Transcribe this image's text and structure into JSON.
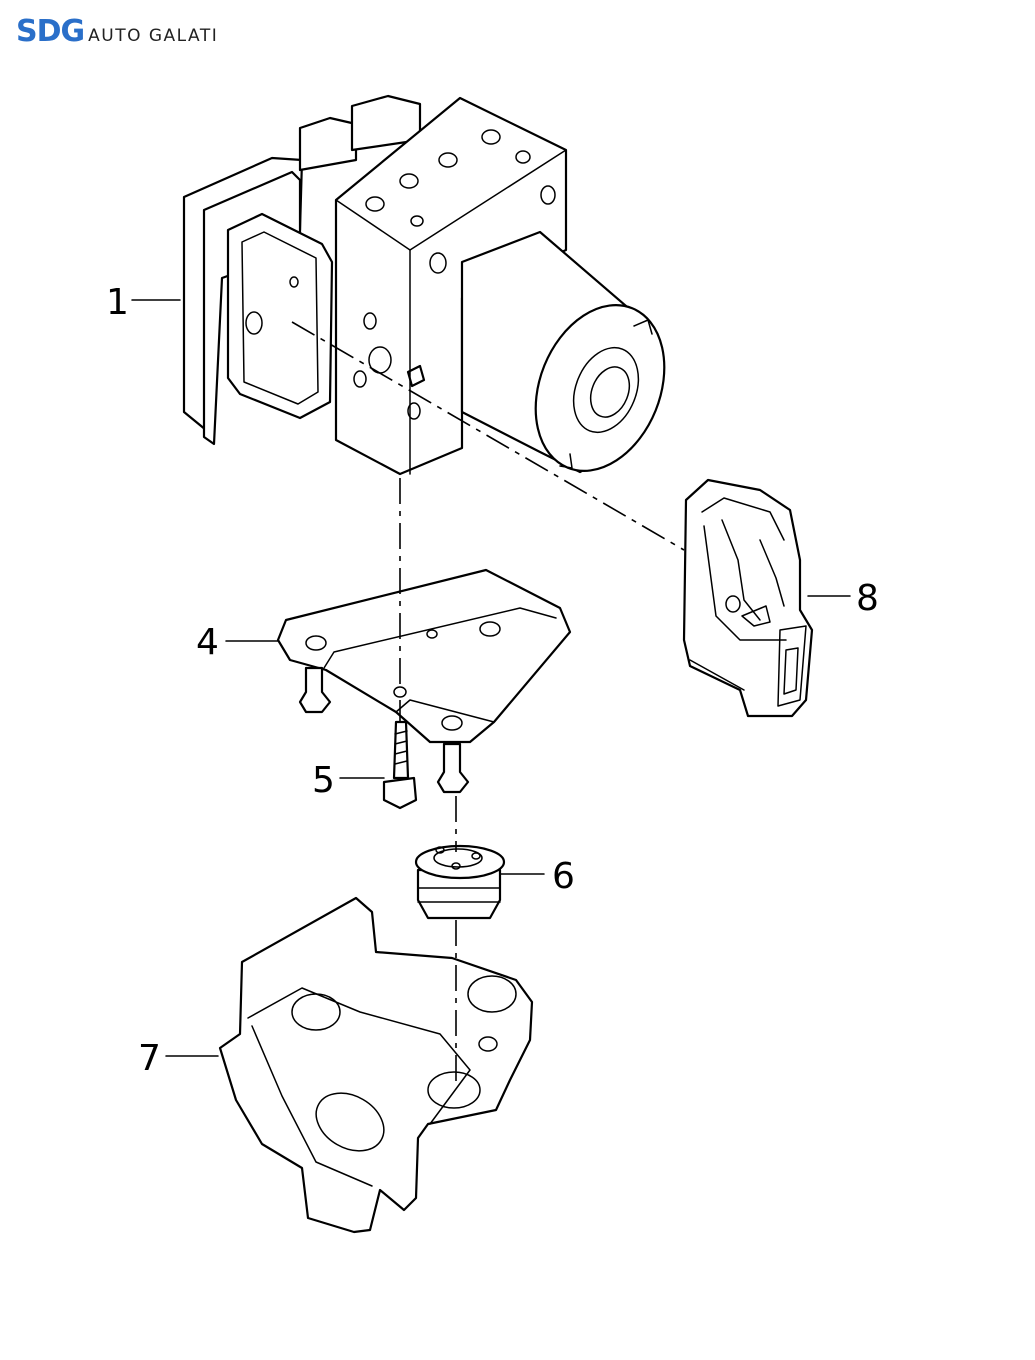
{
  "brand": {
    "mark": "SDG",
    "name": "AUTO GALATI",
    "color": "#2a6fc9"
  },
  "callouts": [
    "1",
    "4",
    "5",
    "6",
    "7",
    "8"
  ]
}
